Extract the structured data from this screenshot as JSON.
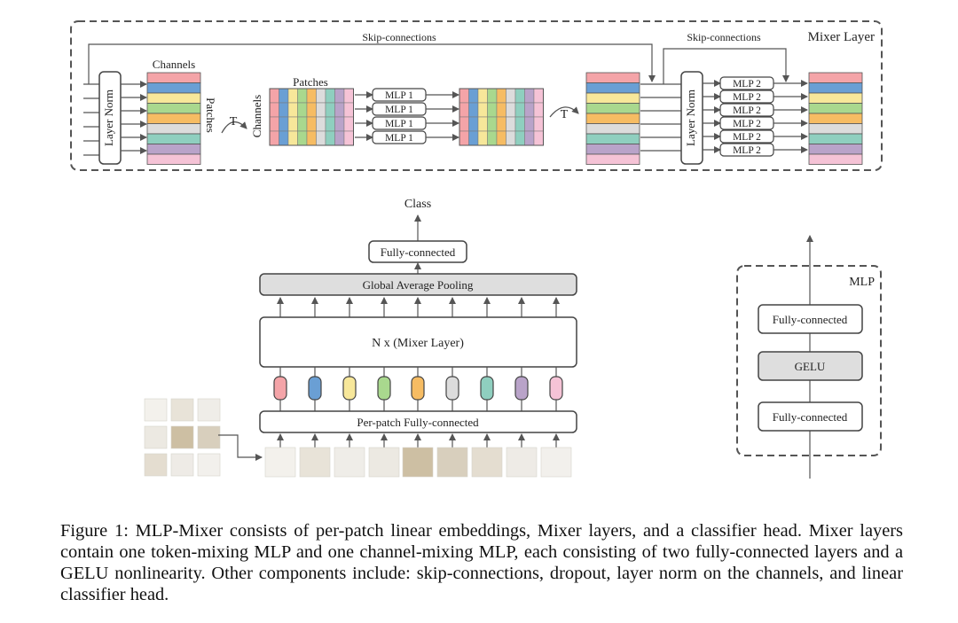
{
  "figure": {
    "mixer_layer": {
      "title": "Mixer Layer",
      "skip_label_1": "Skip-connections",
      "skip_label_2": "Skip-connections",
      "layer_norm": "Layer Norm",
      "channels": "Channels",
      "patches": "Patches",
      "transpose": "T",
      "mlp1": "MLP 1",
      "mlp2": "MLP 2"
    },
    "pipeline": {
      "class": "Class",
      "fully_connected": "Fully-connected",
      "global_avg_pool": "Global Average Pooling",
      "mixer_stack": "N x (Mixer Layer)",
      "per_patch": "Per-patch Fully-connected"
    },
    "mlp": {
      "title": "MLP",
      "fc_top": "Fully-connected",
      "gelu": "GELU",
      "fc_bottom": "Fully-connected"
    },
    "colors": {
      "rows": [
        "#f4a4a8",
        "#6a9fd4",
        "#f7e79a",
        "#a9d88e",
        "#f6bc63",
        "#dcdcdc",
        "#8fcfbf",
        "#b9a3c9",
        "#f5c3d6"
      ]
    }
  },
  "caption": {
    "text": "Figure 1: MLP-Mixer consists of per-patch linear embeddings, Mixer layers, and a classifier head. Mixer layers contain one token-mixing MLP and one channel-mixing MLP, each consisting of two fully-connected layers and a GELU nonlinearity. Other components include: skip-connections, dropout, layer norm on the channels, and linear classifier head."
  }
}
